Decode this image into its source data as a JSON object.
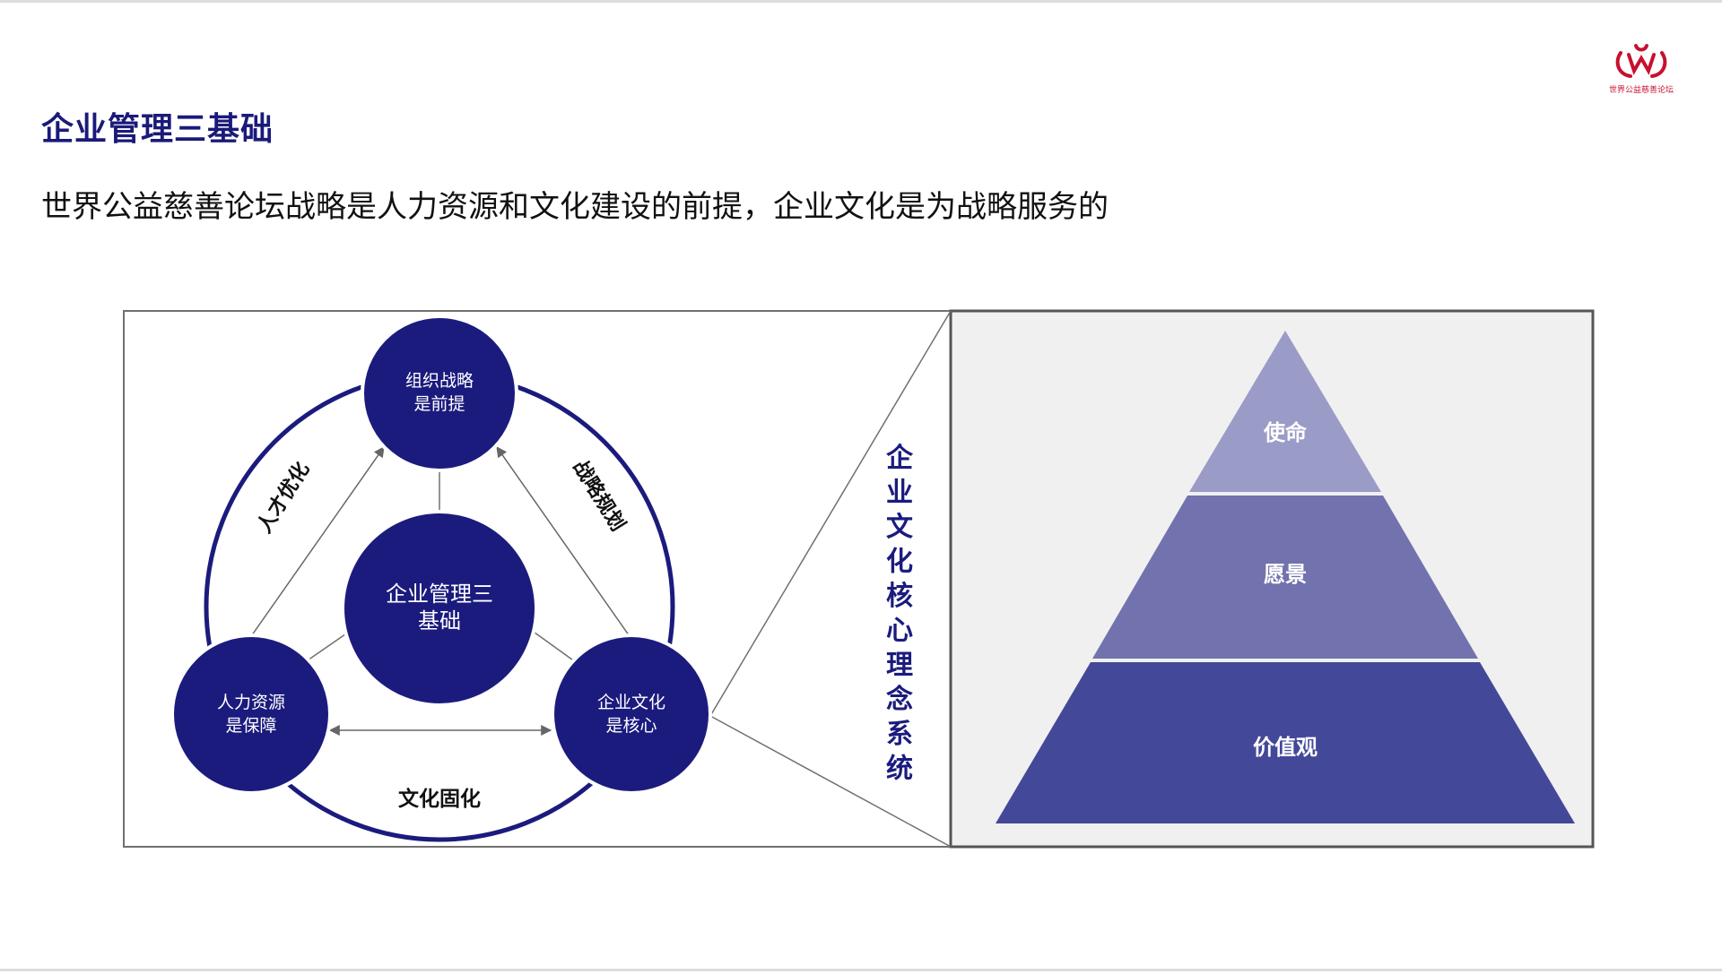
{
  "slide": {
    "title": "企业管理三基础",
    "subtitle": "世界公益慈善论坛战略是人力资源和文化建设的前提，企业文化是为战略服务的"
  },
  "logo": {
    "caption": "世界公益慈善论坛",
    "color": "#c8102e"
  },
  "cycle": {
    "center_label": [
      "企业管理三",
      "基础"
    ],
    "top_label": [
      "组织战略",
      "是前提"
    ],
    "left_label": [
      "人力资源",
      "是保障"
    ],
    "right_label": [
      "企业文化",
      "是核心"
    ],
    "arc_left_label": "人才优化",
    "arc_right_label": "战略规划",
    "arc_bottom_label": "文化固化",
    "node_color": "#1b1b7e"
  },
  "vertical_label": "企业文化核心理念系统",
  "pyramid": {
    "levels": [
      {
        "label": "使命",
        "color": "#9b9bc8"
      },
      {
        "label": "愿景",
        "color": "#7272ae"
      },
      {
        "label": "价值观",
        "color": "#444898"
      }
    ],
    "panel_color": "#f0f0f0"
  }
}
